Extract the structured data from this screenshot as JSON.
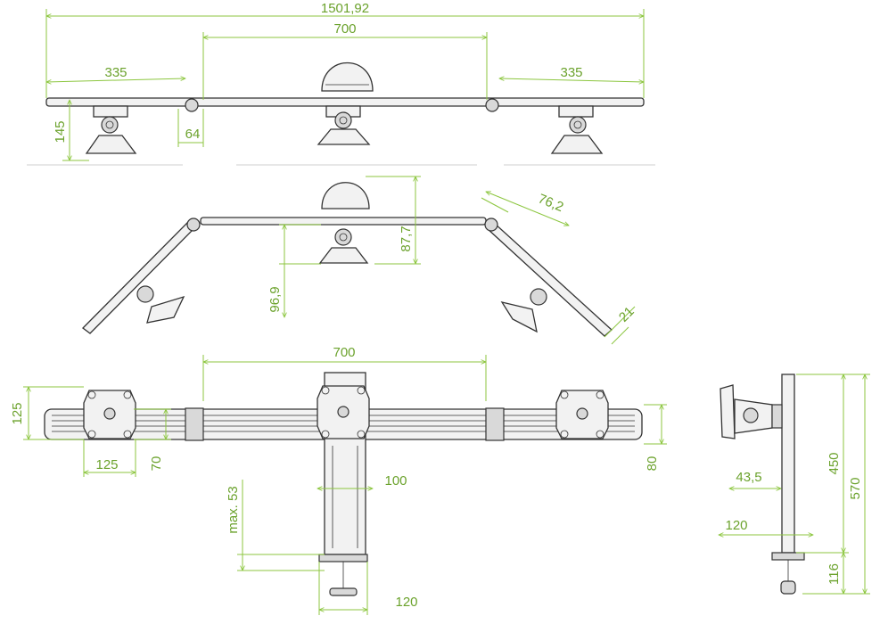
{
  "dimensions": {
    "top_total_width": "1501,92",
    "top_center_span": "700",
    "top_left_span": "335",
    "top_right_span": "335",
    "top_height": "145",
    "top_joint": "64",
    "angle_offset": "76,2",
    "angle_drop": "87,7",
    "angle_clamp_height": "96,9",
    "angle_tip": "21",
    "front_center_span": "700",
    "front_plate_height": "125",
    "front_plate_width": "125",
    "front_bar_height_70": "70",
    "front_bar_height_80": "80",
    "front_pole_width": "100",
    "front_clamp_max": "max. 53",
    "front_clamp_width": "120",
    "side_offset": "43,5",
    "side_base": "120",
    "side_pole_height": "450",
    "side_total_height": "570",
    "side_clamp_height": "116"
  },
  "colors": {
    "dimension_line": "#8cc63f",
    "dimension_text": "#6ba22c",
    "drawing_line": "#333333"
  }
}
